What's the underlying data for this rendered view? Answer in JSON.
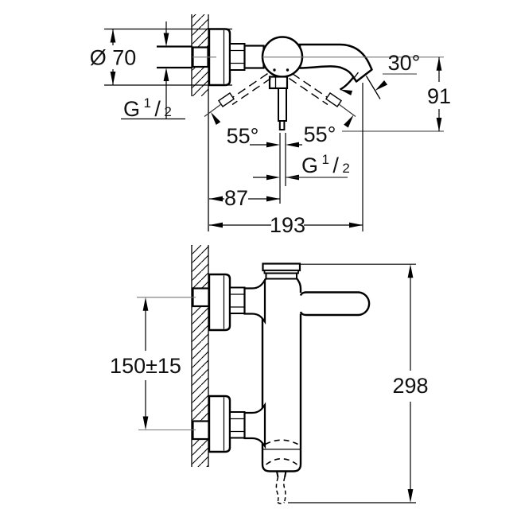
{
  "document": {
    "type": "technical-dimension-drawing",
    "background_color": "#ffffff",
    "line_color": "#000000",
    "thin_line_color": "#777777"
  },
  "views": {
    "side_view": {
      "name": "side view with swivel range",
      "labels": {
        "escutcheon_diameter": "Ø 70",
        "inlet_thread": {
          "g": "G",
          "numerator": "1",
          "slash": "/",
          "denominator": "2"
        },
        "spout_angle": "30°",
        "spout_to_lever_height": "91",
        "lever_swing_left": "55°",
        "lever_swing_right": "55°",
        "outlet_thread": {
          "g": "G",
          "numerator": "1",
          "slash": "/",
          "denominator": "2"
        },
        "wall_to_lever_axis": "87",
        "wall_to_spout_tip": "193"
      }
    },
    "front_view": {
      "name": "elevation view",
      "labels": {
        "inlet_center_distance": "150±15",
        "overall_height": "298"
      }
    }
  }
}
